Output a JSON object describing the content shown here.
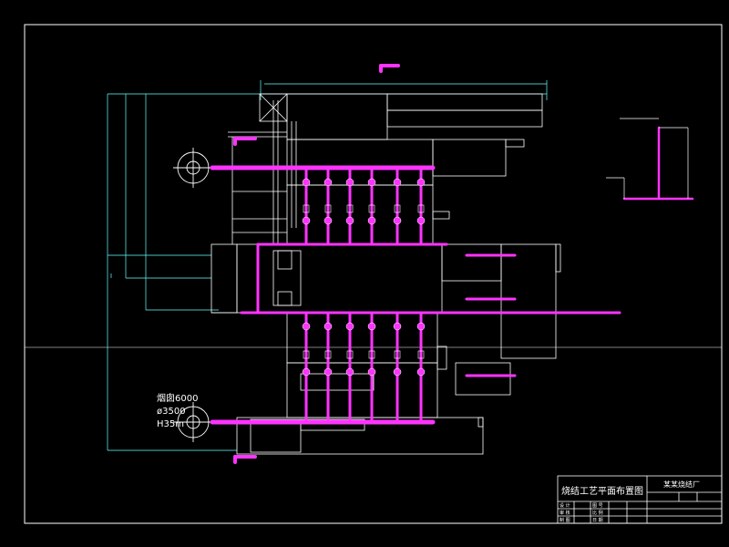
{
  "drawing": {
    "title": "烧结工艺平面布置图",
    "company": "某某烧结厂",
    "stack_label": "烟囱6000",
    "stack_dia": "ø3500",
    "stack_height": "H35m",
    "colors": {
      "background": "#000000",
      "line": "#ffffff",
      "dim": "#66ffff",
      "pipe": "#ff33ff"
    },
    "title_block": {
      "rows": [
        [
          "设 计",
          "",
          "图 号",
          ""
        ],
        [
          "审 核",
          "",
          "比 例",
          ""
        ],
        [
          "制 图",
          "",
          "日 期",
          ""
        ]
      ]
    }
  }
}
